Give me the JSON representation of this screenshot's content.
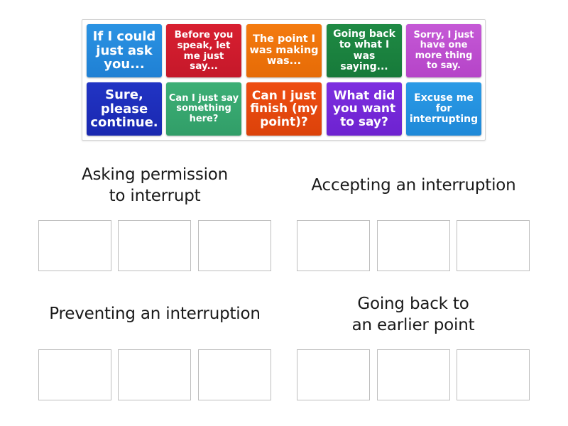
{
  "cards": [
    {
      "text": "If I could just ask you...",
      "color": "#2b93e3",
      "color2": "#1f80d4",
      "size": 18
    },
    {
      "text": "Before you speak, let me just say...",
      "color": "#d81f30",
      "color2": "#c5182a",
      "size": 13.5
    },
    {
      "text": "The point I was making was...",
      "color": "#f47b10",
      "color2": "#e66b06",
      "size": 14.5
    },
    {
      "text": "Going back to what I was saying...",
      "color": "#1f8a44",
      "color2": "#177a3a",
      "size": 14
    },
    {
      "text": "Sorry, I just have one more thing to say.",
      "color": "#c559d6",
      "color2": "#b544c8",
      "size": 13
    },
    {
      "text": "Sure, please continue.",
      "color": "#2134c4",
      "color2": "#1a28b0",
      "size": 18
    },
    {
      "text": "Can I just say something here?",
      "color": "#3daf76",
      "color2": "#319e68",
      "size": 13
    },
    {
      "text": "Can I just finish (my point)?",
      "color": "#ee4e12",
      "color2": "#dc420a",
      "size": 17
    },
    {
      "text": "What did you want to say?",
      "color": "#7d2fe0",
      "color2": "#6d22d0",
      "size": 17
    },
    {
      "text": "Excuse me for interrupting",
      "color": "#2a9ae6",
      "color2": "#1f89d8",
      "size": 14
    }
  ],
  "groups": [
    {
      "title": "Asking permission to interrupt",
      "lines": [
        "Asking permission",
        "to interrupt"
      ]
    },
    {
      "title": "Accepting an interruption",
      "lines": [
        "Accepting an interruption"
      ]
    },
    {
      "title": "Preventing an interruption",
      "lines": [
        "Preventing an interruption"
      ]
    },
    {
      "title": "Going back to an earlier point",
      "lines": [
        "Going back to",
        "an earlier point"
      ]
    }
  ]
}
